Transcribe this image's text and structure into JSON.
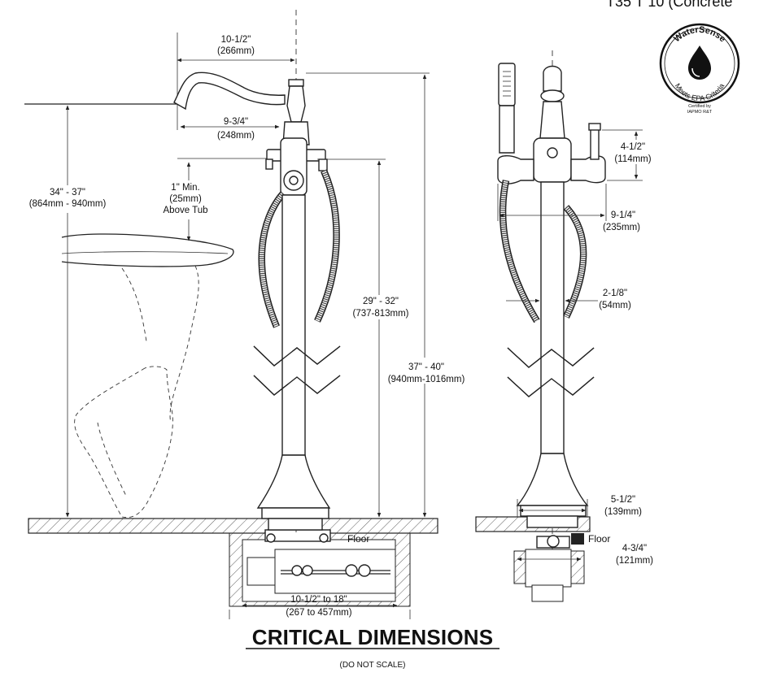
{
  "header_partial": "T35 T 10 (Concrete",
  "title": "CRITICAL DIMENSIONS",
  "subtitle": "(DO NOT SCALE)",
  "badge": {
    "brand": "WaterSense",
    "tagline": "Meets EPA Criteria",
    "cert_line1": "Certified by",
    "cert_line2": "IAPMO R&T"
  },
  "labels": {
    "floor_left": "Floor",
    "floor_right": "Floor"
  },
  "dimensions": {
    "spout_reach_total": [
      "10-1/2\"",
      "(266mm)"
    ],
    "spout_reach": [
      "9-3/4\"",
      "(248mm)"
    ],
    "above_tub": [
      "1\" Min.",
      "(25mm)",
      "Above Tub"
    ],
    "spout_height": [
      "34\" - 37\"",
      "(864mm - 940mm)"
    ],
    "handle_height": [
      "29\" - 32\"",
      "(737-813mm)"
    ],
    "overall_height": [
      "37\" - 40\"",
      "(940mm-1016mm)"
    ],
    "rough_width": [
      "10-1/2\" to 18\"",
      "(267 to 457mm)"
    ],
    "handle_spacing": [
      "4-1/2\"",
      "(114mm)"
    ],
    "handle_reach": [
      "9-1/4\"",
      "(235mm)"
    ],
    "riser_diameter": [
      "2-1/8\"",
      "(54mm)"
    ],
    "base_diameter": [
      "5-1/2\"",
      "(139mm)"
    ],
    "rough_depth": [
      "4-3/4\"",
      "(121mm)"
    ]
  }
}
